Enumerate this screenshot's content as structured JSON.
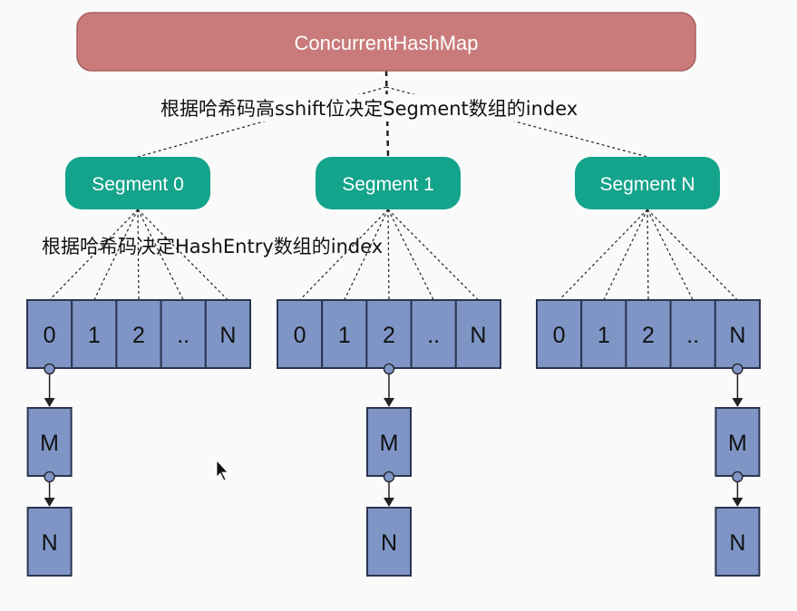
{
  "root_label": "ConcurrentHashMap",
  "annotations": {
    "top": "根据哈希码高sshift位决定Segment数组的index",
    "segment": "根据哈希码决定HashEntry数组的index"
  },
  "segments": [
    {
      "label": "Segment 0",
      "cells": [
        "0",
        "1",
        "2",
        "..",
        "N"
      ],
      "chain_from": "0",
      "chain": [
        "M",
        "N"
      ]
    },
    {
      "label": "Segment 1",
      "cells": [
        "0",
        "1",
        "2",
        "..",
        "N"
      ],
      "chain_from": "2",
      "chain": [
        "M",
        "N"
      ]
    },
    {
      "label": "Segment N",
      "cells": [
        "0",
        "1",
        "2",
        "..",
        "N"
      ],
      "chain_from": "N",
      "chain": [
        "M",
        "N"
      ]
    }
  ],
  "colors": {
    "root_fill": "#c97b7b",
    "root_stroke": "#a95f5f",
    "segment_fill": "#14a38b",
    "cell_fill": "#7e95c6",
    "cell_stroke": "#2b3550",
    "line": "#222222"
  }
}
